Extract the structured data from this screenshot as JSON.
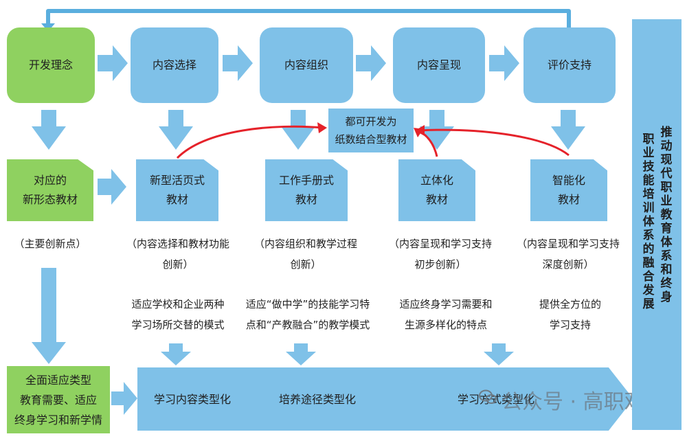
{
  "top_row": [
    {
      "id": "dev",
      "label": "开发理念"
    },
    {
      "id": "select",
      "label": "内容选择"
    },
    {
      "id": "org",
      "label": "内容组织"
    },
    {
      "id": "present",
      "label": "内容呈现"
    },
    {
      "id": "eval",
      "label": "评价支持"
    }
  ],
  "center_box": {
    "line1": "都可开发为",
    "line2": "纸数结合型教材"
  },
  "left_doc": {
    "line1": "对应的",
    "line2": "新形态教材",
    "note": "（主要创新点）"
  },
  "materials": [
    {
      "line1": "新型活页式",
      "line2": "教材",
      "note1": "（内容选择和教材功能",
      "note2": "创新）",
      "mode1": "适应学校和企业两种",
      "mode2": "学习场所交替的模式"
    },
    {
      "line1": "工作手册式",
      "line2": "教材",
      "note1": "（内容组织和教学过程",
      "note2": "创新）",
      "mode1": "适应“做中学”的技能学习特",
      "mode2": "点和“产教融合”的教学模式"
    },
    {
      "line1": "立体化",
      "line2": "教材",
      "note1": "（内容呈现和学习支持",
      "note2": "初步创新）",
      "mode1": "适应终身学习需要和",
      "mode2": "生源多样化的特点"
    },
    {
      "line1": "智能化",
      "line2": "教材",
      "note1": "（内容呈现和学习支持",
      "note2": "深度创新）",
      "mode1": "提供全方位的",
      "mode2": "学习支持"
    }
  ],
  "bottom_left": {
    "line1": "全面适应类型",
    "line2": "教育需要、适应",
    "line3": "终身学习和新学情"
  },
  "bottom_band": [
    "学习内容类型化",
    "培养途径类型化",
    "学习方式类型化"
  ],
  "side_text": {
    "col1": "推动现代职业教育体系和终身",
    "col2": "职业技能培训体系的融合发展"
  },
  "watermark": "公众号 · 高职观察",
  "colors": {
    "blue": "#7fc1e8",
    "green": "#8fd160",
    "red_arrow": "#e5222a"
  }
}
